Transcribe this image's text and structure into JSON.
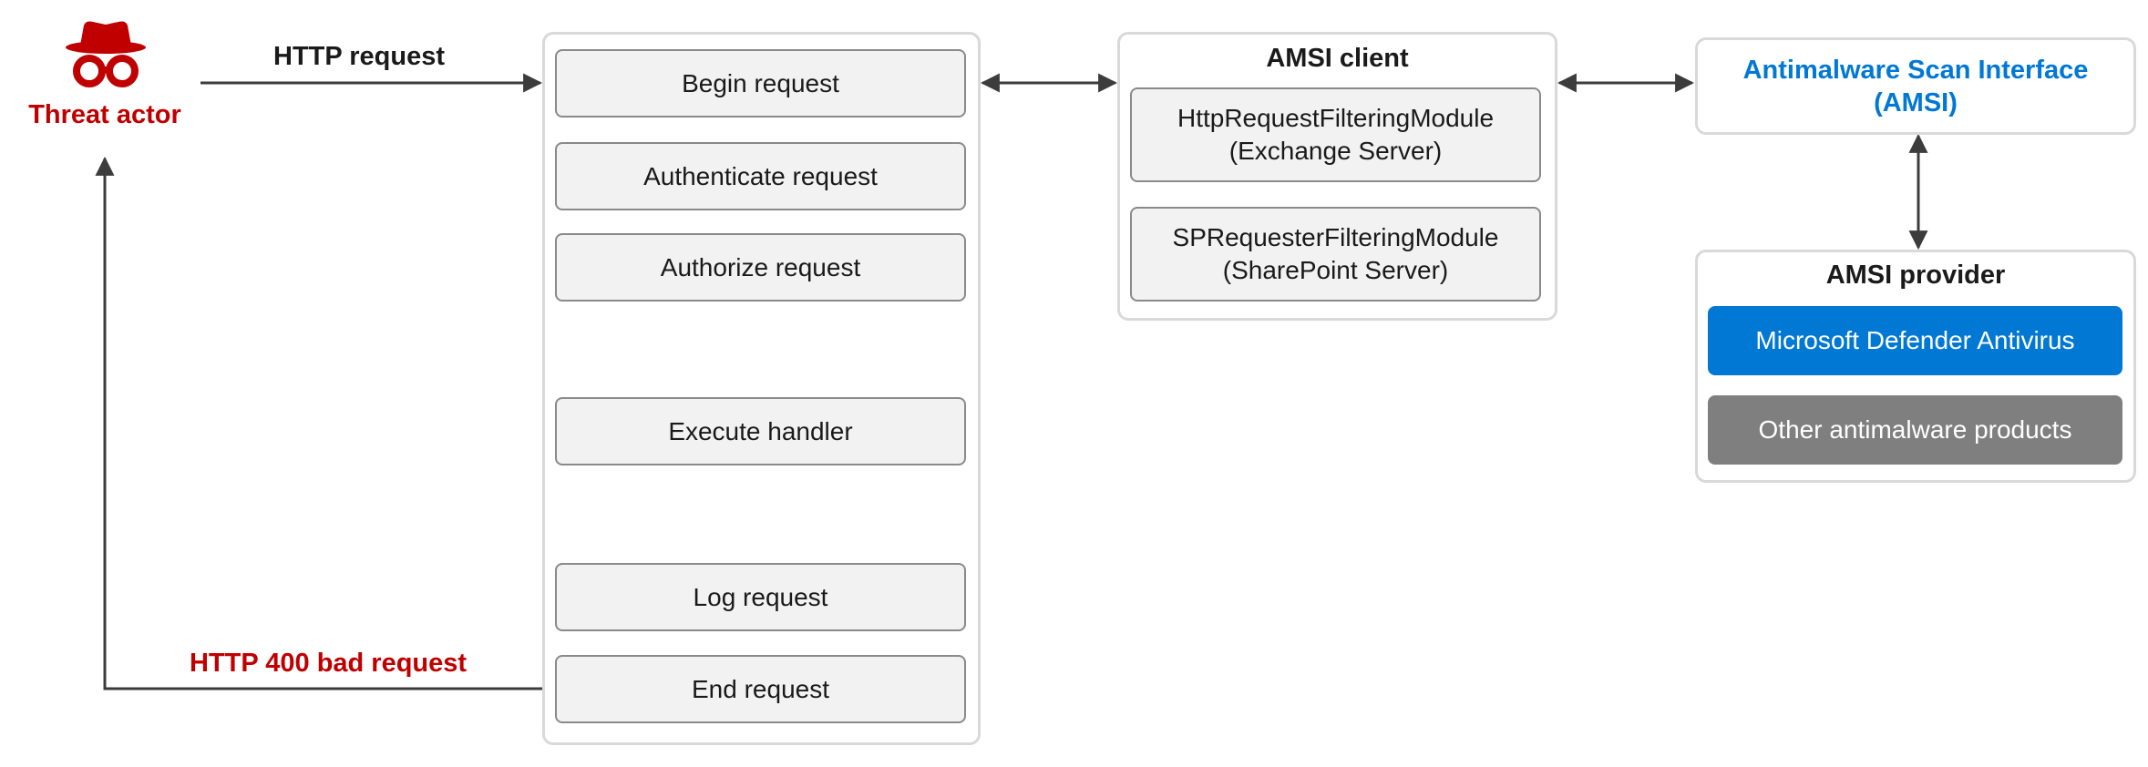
{
  "actor": {
    "label": "Threat actor",
    "icon": "spy-icon",
    "color": "#c00000"
  },
  "arrows": {
    "request_label": "HTTP request",
    "response_label": "HTTP 400 bad request",
    "response_color": "#c00000"
  },
  "pipeline": {
    "stages": [
      "Begin request",
      "Authenticate request",
      "Authorize request",
      "Execute handler",
      "Log request",
      "End request"
    ]
  },
  "amsi_client": {
    "title": "AMSI client",
    "modules": [
      {
        "name": "HttpRequestFilteringModule",
        "product": "(Exchange Server)"
      },
      {
        "name": "SPRequesterFilteringModule",
        "product": "(SharePoint Server)"
      }
    ]
  },
  "amsi_interface": {
    "line1": "Antimalware Scan Interface",
    "line2": "(AMSI)",
    "color": "#0078d4"
  },
  "amsi_provider": {
    "title": "AMSI provider",
    "products": [
      {
        "label": "Microsoft Defender Antivirus",
        "color": "#0078d4"
      },
      {
        "label": "Other antimalware products",
        "color": "#7f7f7f"
      }
    ]
  },
  "colors": {
    "panel_border": "#d9d9d9",
    "stage_fill": "#f2f2f2",
    "arrow": "#3c3c3c"
  }
}
